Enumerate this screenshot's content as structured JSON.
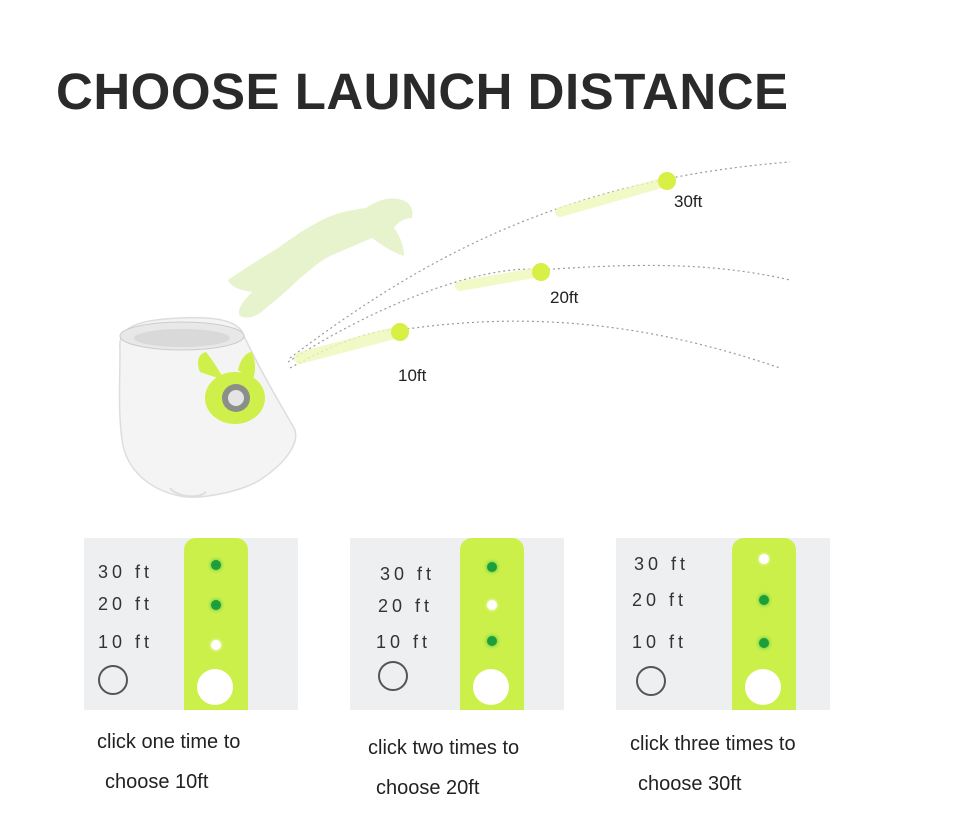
{
  "title": "CHOOSE LAUNCH DISTANCE",
  "distances": [
    "30ft",
    "20ft",
    "10ft"
  ],
  "panels": [
    {
      "labels": [
        "30 ft",
        "20 ft",
        "10 ft"
      ],
      "leds": [
        "on",
        "on",
        "off"
      ],
      "caption_line1": "click one time to",
      "caption_line2": "choose 10ft"
    },
    {
      "labels": [
        "30 ft",
        "20 ft",
        "10 ft"
      ],
      "leds": [
        "on",
        "off",
        "on"
      ],
      "caption_line1": "click two times to",
      "caption_line2": "choose 20ft"
    },
    {
      "labels": [
        "30 ft",
        "20 ft",
        "10 ft"
      ],
      "leds": [
        "off",
        "on",
        "on"
      ],
      "caption_line1": "click three times to",
      "caption_line2": "choose 30ft"
    }
  ],
  "colors": {
    "ball": "#d8f046",
    "strip": "#ccf04a",
    "led_on": "#1e9e3a",
    "dog_silhouette": "#e3f2c6"
  }
}
